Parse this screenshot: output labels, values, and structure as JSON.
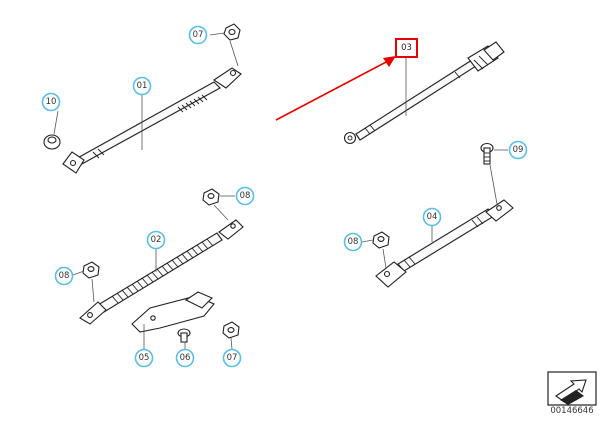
{
  "diagram": {
    "callouts": {
      "c01": "01",
      "c02": "02",
      "c03": "03",
      "c04": "04",
      "c05": "05",
      "c06": "06",
      "c07a": "07",
      "c07b": "07",
      "c08a": "08",
      "c08b": "08",
      "c08c": "08",
      "c09": "09",
      "c10": "10"
    },
    "highlighted_callout": "03",
    "colors": {
      "callout_ring": "#5bbde6",
      "highlight": "#e60000",
      "arrow": "#e60000"
    },
    "reference_number": "00146646",
    "icons": [
      "next-page-arrow-icon"
    ]
  }
}
